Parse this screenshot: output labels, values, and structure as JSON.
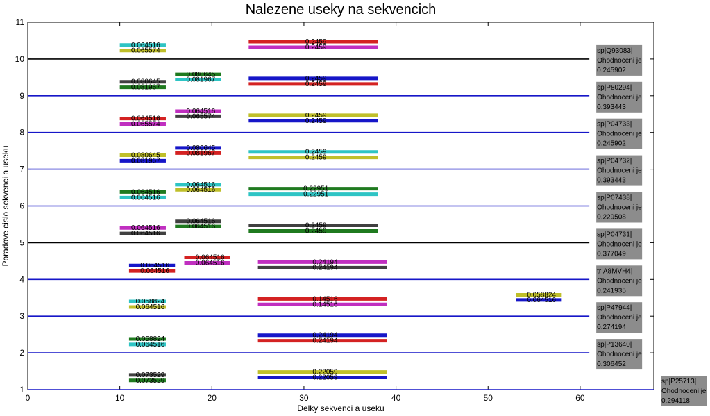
{
  "chart_data": {
    "type": "bar",
    "title": "Nalezene useky na sekvencich",
    "xlabel": "Delky sekvenci a useku",
    "ylabel": "Poradove cislo sekvenci a useku",
    "xlim": [
      0,
      68
    ],
    "ylim": [
      1,
      11
    ],
    "xticks": [
      "0",
      "10",
      "20",
      "30",
      "40",
      "50",
      "60"
    ],
    "yticks": [
      "1",
      "2",
      "3",
      "4",
      "5",
      "6",
      "7",
      "8",
      "9",
      "10",
      "11"
    ],
    "colors": {
      "cyan": "#2ec4c4",
      "yellow": "#bfbf2a",
      "magenta": "#c02fc0",
      "red": "#d42222",
      "darkgreen": "#1f7a1f",
      "darkgray": "#404040",
      "blue": "#1616c8",
      "annot_bg": "#8c8c8c"
    },
    "sequences": [
      {
        "y": 1,
        "length": 68,
        "line_color": "#1616c8",
        "annotation": [
          "sp|P25713|",
          "Ohodnoceni je",
          "0.294118"
        ],
        "segments": [
          {
            "x": [
              11,
              15
            ],
            "y": 1.4,
            "color": "darkgray",
            "label": "0.073529"
          },
          {
            "x": [
              11,
              15
            ],
            "y": 1.25,
            "color": "darkgreen",
            "label": "0.073529"
          },
          {
            "x": [
              25,
              39
            ],
            "y": 1.48,
            "color": "yellow",
            "label": "0.22059"
          },
          {
            "x": [
              25,
              39
            ],
            "y": 1.33,
            "color": "blue",
            "label": "0.22059"
          }
        ]
      },
      {
        "y": 2,
        "length": 61,
        "line_color": "#1616c8",
        "annotation": [
          "sp|P13640|",
          "Ohodnoceni je",
          "0.306452"
        ],
        "segments": [
          {
            "x": [
              11,
              15
            ],
            "y": 2.38,
            "color": "darkgreen",
            "label": "0.058824"
          },
          {
            "x": [
              11,
              15
            ],
            "y": 2.23,
            "color": "cyan",
            "label": "0.064516"
          },
          {
            "x": [
              25,
              39
            ],
            "y": 2.48,
            "color": "blue",
            "label": "0.24194"
          },
          {
            "x": [
              25,
              39
            ],
            "y": 2.33,
            "color": "red",
            "label": "0.24194"
          }
        ]
      },
      {
        "y": 3,
        "length": 61,
        "line_color": "#1616c8",
        "annotation": [
          "sp|P47944|",
          "Ohodnoceni je",
          "0.274194"
        ],
        "segments": [
          {
            "x": [
              11,
              15
            ],
            "y": 3.4,
            "color": "cyan",
            "label": "0.058824"
          },
          {
            "x": [
              11,
              15
            ],
            "y": 3.25,
            "color": "yellow",
            "label": "0.064516"
          },
          {
            "x": [
              25,
              39
            ],
            "y": 3.47,
            "color": "red",
            "label": "0.14516"
          },
          {
            "x": [
              25,
              39
            ],
            "y": 3.32,
            "color": "magenta",
            "label": "0.14516"
          },
          {
            "x": [
              53,
              58
            ],
            "y": 3.58,
            "color": "yellow",
            "label": "0.058824"
          },
          {
            "x": [
              53,
              58
            ],
            "y": 3.44,
            "color": "blue",
            "label": "0.064516"
          }
        ]
      },
      {
        "y": 4,
        "length": 61,
        "line_color": "#1616c8",
        "annotation": [
          "tr|A8MVH4|",
          "Ohodnoceni je",
          "0.241935"
        ],
        "segments": [
          {
            "x": [
              11,
              16
            ],
            "y": 4.38,
            "color": "blue",
            "label": "0.064516"
          },
          {
            "x": [
              11,
              16
            ],
            "y": 4.23,
            "color": "red",
            "label": "0.064516"
          },
          {
            "x": [
              17,
              22
            ],
            "y": 4.6,
            "color": "red",
            "label": "0.064516"
          },
          {
            "x": [
              17,
              22
            ],
            "y": 4.45,
            "color": "magenta",
            "label": "0.064516"
          },
          {
            "x": [
              25,
              39
            ],
            "y": 4.47,
            "color": "magenta",
            "label": "0.24194"
          },
          {
            "x": [
              25,
              39
            ],
            "y": 4.32,
            "color": "darkgray",
            "label": "0.24194"
          }
        ]
      },
      {
        "y": 5,
        "length": 61,
        "line_color": "#000000",
        "annotation": [
          "sp|P04731|",
          "Ohodnoceni je",
          "0.377049"
        ],
        "segments": [
          {
            "x": [
              10,
              15
            ],
            "y": 5.4,
            "color": "magenta",
            "label": "0.064516"
          },
          {
            "x": [
              10,
              15
            ],
            "y": 5.25,
            "color": "darkgray",
            "label": "0.064516"
          },
          {
            "x": [
              16,
              21
            ],
            "y": 5.58,
            "color": "darkgray",
            "label": "0.064516"
          },
          {
            "x": [
              16,
              21
            ],
            "y": 5.44,
            "color": "darkgreen",
            "label": "0.064516"
          },
          {
            "x": [
              24,
              38
            ],
            "y": 5.47,
            "color": "darkgray",
            "label": "0.2459"
          },
          {
            "x": [
              24,
              38
            ],
            "y": 5.32,
            "color": "darkgreen",
            "label": "0.2459"
          }
        ]
      },
      {
        "y": 6,
        "length": 61,
        "line_color": "#1616c8",
        "annotation": [
          "sp|P07438|",
          "Ohodnoceni je",
          "0.229508"
        ],
        "segments": [
          {
            "x": [
              10,
              15
            ],
            "y": 6.38,
            "color": "darkgreen",
            "label": "0.064516"
          },
          {
            "x": [
              10,
              15
            ],
            "y": 6.23,
            "color": "cyan",
            "label": "0.064516"
          },
          {
            "x": [
              16,
              21
            ],
            "y": 6.58,
            "color": "cyan",
            "label": "0.064516"
          },
          {
            "x": [
              16,
              21
            ],
            "y": 6.44,
            "color": "yellow",
            "label": "0.064516"
          },
          {
            "x": [
              24,
              38
            ],
            "y": 6.47,
            "color": "darkgreen",
            "label": "0.22951"
          },
          {
            "x": [
              24,
              38
            ],
            "y": 6.32,
            "color": "cyan",
            "label": "0.22951"
          }
        ]
      },
      {
        "y": 7,
        "length": 61,
        "line_color": "#1616c8",
        "annotation": [
          "sp|P04732|",
          "Ohodnoceni je",
          "0.393443"
        ],
        "segments": [
          {
            "x": [
              10,
              15
            ],
            "y": 7.38,
            "color": "yellow",
            "label": "0.080645"
          },
          {
            "x": [
              10,
              15
            ],
            "y": 7.23,
            "color": "blue",
            "label": "0.081967"
          },
          {
            "x": [
              16,
              21
            ],
            "y": 7.58,
            "color": "blue",
            "label": "0.080645"
          },
          {
            "x": [
              16,
              21
            ],
            "y": 7.44,
            "color": "red",
            "label": "0.081967"
          },
          {
            "x": [
              24,
              38
            ],
            "y": 7.47,
            "color": "cyan",
            "label": "0.2459"
          },
          {
            "x": [
              24,
              38
            ],
            "y": 7.32,
            "color": "yellow",
            "label": "0.2459"
          }
        ]
      },
      {
        "y": 8,
        "length": 61,
        "line_color": "#1616c8",
        "annotation": [
          "sp|P04733|",
          "Ohodnoceni je",
          "0.245902"
        ],
        "segments": [
          {
            "x": [
              10,
              15
            ],
            "y": 8.38,
            "color": "red",
            "label": "0.064516"
          },
          {
            "x": [
              10,
              15
            ],
            "y": 8.23,
            "color": "magenta",
            "label": "0.065574"
          },
          {
            "x": [
              16,
              21
            ],
            "y": 8.58,
            "color": "magenta",
            "label": "0.064516"
          },
          {
            "x": [
              16,
              21
            ],
            "y": 8.44,
            "color": "darkgray",
            "label": "0.065574"
          },
          {
            "x": [
              24,
              38
            ],
            "y": 8.47,
            "color": "yellow",
            "label": "0.2459"
          },
          {
            "x": [
              24,
              38
            ],
            "y": 8.32,
            "color": "blue",
            "label": "0.2459"
          }
        ]
      },
      {
        "y": 9,
        "length": 61,
        "line_color": "#1616c8",
        "annotation": [
          "sp|P80294|",
          "Ohodnoceni je",
          "0.393443"
        ],
        "segments": [
          {
            "x": [
              10,
              15
            ],
            "y": 9.38,
            "color": "darkgray",
            "label": "0.080645"
          },
          {
            "x": [
              10,
              15
            ],
            "y": 9.23,
            "color": "darkgreen",
            "label": "0.081967"
          },
          {
            "x": [
              16,
              21
            ],
            "y": 9.58,
            "color": "darkgreen",
            "label": "0.080645"
          },
          {
            "x": [
              16,
              21
            ],
            "y": 9.44,
            "color": "cyan",
            "label": "0.081967"
          },
          {
            "x": [
              24,
              38
            ],
            "y": 9.47,
            "color": "blue",
            "label": "0.2459"
          },
          {
            "x": [
              24,
              38
            ],
            "y": 9.32,
            "color": "red",
            "label": "0.2459"
          }
        ]
      },
      {
        "y": 10,
        "length": 61,
        "line_color": "#000000",
        "annotation": [
          "sp|Q93083|",
          "Ohodnoceni je",
          "0.245902"
        ],
        "segments": [
          {
            "x": [
              10,
              15
            ],
            "y": 10.38,
            "color": "cyan",
            "label": "0.064516"
          },
          {
            "x": [
              10,
              15
            ],
            "y": 10.23,
            "color": "yellow",
            "label": "0.065574"
          },
          {
            "x": [
              24,
              38
            ],
            "y": 10.47,
            "color": "red",
            "label": "0.2459"
          },
          {
            "x": [
              24,
              38
            ],
            "y": 10.32,
            "color": "magenta",
            "label": "0.2459"
          }
        ]
      }
    ]
  }
}
